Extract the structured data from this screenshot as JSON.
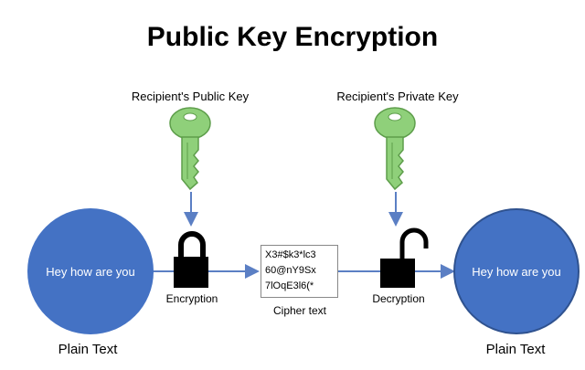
{
  "title": "Public Key Encryption",
  "public_key_label": "Recipient's Public Key",
  "private_key_label": "Recipient's Private Key",
  "plaintext_left": "Hey how are you",
  "plaintext_right": "Hey how are you",
  "plain_label_left": "Plain Text",
  "plain_label_right": "Plain Text",
  "encryption_label": "Encryption",
  "decryption_label": "Decryption",
  "cipher_lines": [
    "X3#$k3*lc3",
    "60@nY9Sx",
    "7lOqE3l6(*"
  ],
  "cipher_label": "Cipher text",
  "colors": {
    "circle": "#4472c4",
    "arrow": "#5b7fc4",
    "key": "#8fd07a",
    "lock": "#000000"
  },
  "icons": [
    "public-key-icon",
    "private-key-icon",
    "closed-lock-icon",
    "open-lock-icon"
  ]
}
